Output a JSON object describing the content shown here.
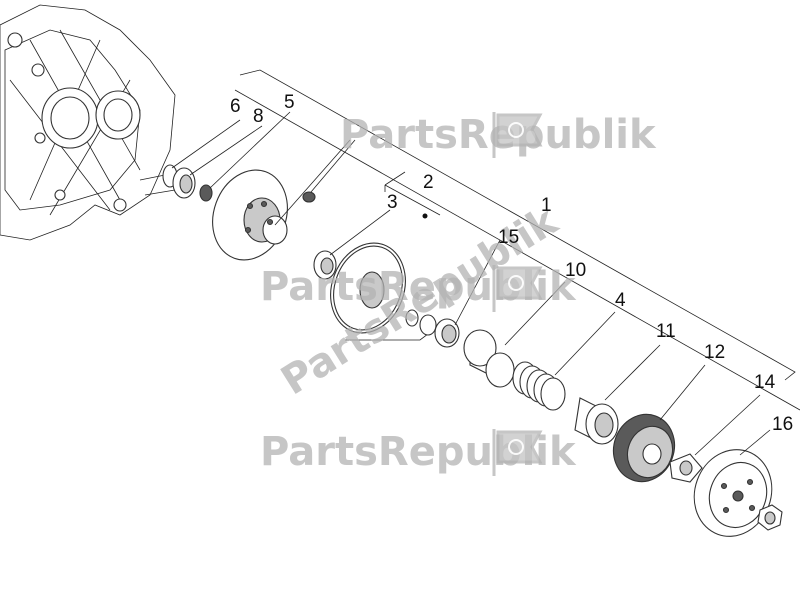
{
  "watermark": {
    "text": "PartsRepublik",
    "color": "#b3b3b3",
    "icon": "gear-flag-icon"
  },
  "labels": {
    "p1": "1",
    "p2": "2",
    "p3": "3",
    "p4": "4",
    "p5": "5",
    "p6": "6",
    "p8": "8",
    "p10": "10",
    "p11": "11",
    "p12": "12",
    "p14": "14",
    "p15": "15",
    "p16": "16"
  },
  "colors": {
    "line": "#222222",
    "part_fill": "#ffffff",
    "shade": "#c9c9c9",
    "dark": "#5a5a5a"
  }
}
